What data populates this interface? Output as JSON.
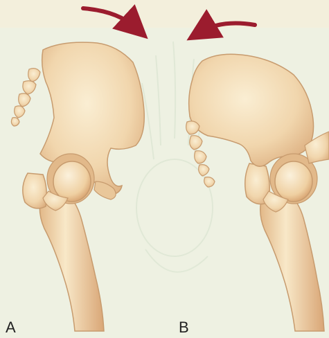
{
  "panels": [
    {
      "label": "A",
      "arrow_direction": "clockwise"
    },
    {
      "label": "B",
      "arrow_direction": "counterclockwise"
    }
  ],
  "colors": {
    "background": "#f3efdc",
    "ghost_background": "#e7eedf",
    "bone_light": "#f7e6c4",
    "bone_mid": "#ecc99a",
    "bone_shadow": "#d8a878",
    "outline": "#c79b6e",
    "arrow": "#9b1c2e",
    "label_text": "#222222"
  }
}
